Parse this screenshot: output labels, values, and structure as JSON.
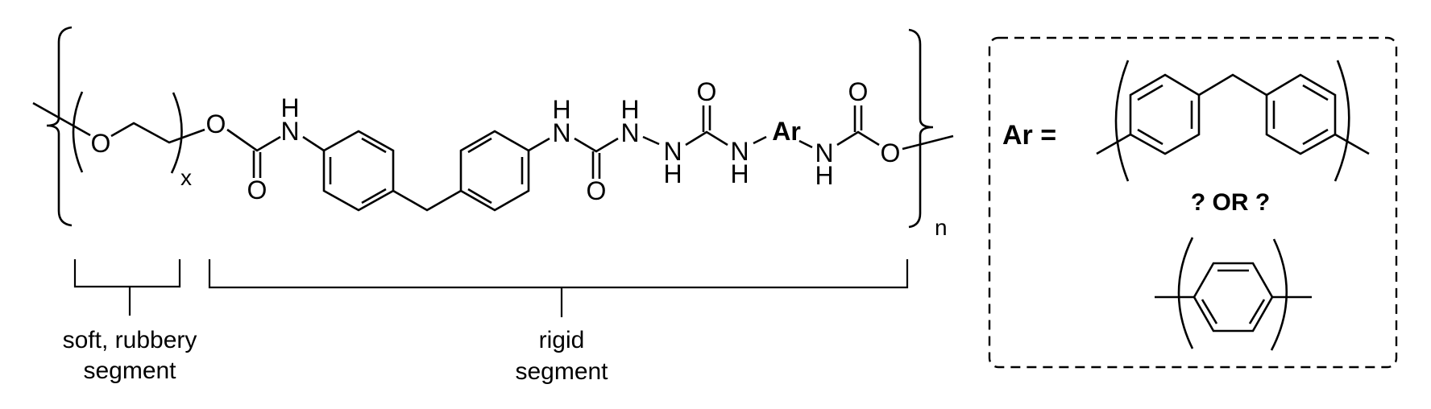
{
  "figure": {
    "polymer": {
      "atoms": {
        "o_ether": "O",
        "o_ester1": "O",
        "o_carbonyl1": "O",
        "n_carbamate1": "N",
        "h_carbamate1": "H",
        "n_urea1": "N",
        "h_urea1": "H",
        "o_carbonyl2": "O",
        "n_hydrazide1": "N",
        "h_hydrazide1": "H",
        "n_hydrazide2": "N",
        "h_hydrazide2": "H",
        "o_carbonyl3": "O",
        "n_urea2": "N",
        "h_urea2": "H",
        "ar_group": "Ar",
        "n_carbamate2": "N",
        "h_carbamate2": "H",
        "o_carbonyl4": "O",
        "o_ester2": "O"
      },
      "repeat_subscript_inner": "x",
      "repeat_subscript_outer": "n"
    },
    "segments": [
      {
        "line1": "soft, rubbery",
        "line2": "segment"
      },
      {
        "line1": "rigid",
        "line2": "segment"
      }
    ],
    "ar_box": {
      "label": "Ar =",
      "separator": "? OR ?",
      "options": [
        "methylenediphenyl",
        "para-phenylene"
      ]
    }
  }
}
